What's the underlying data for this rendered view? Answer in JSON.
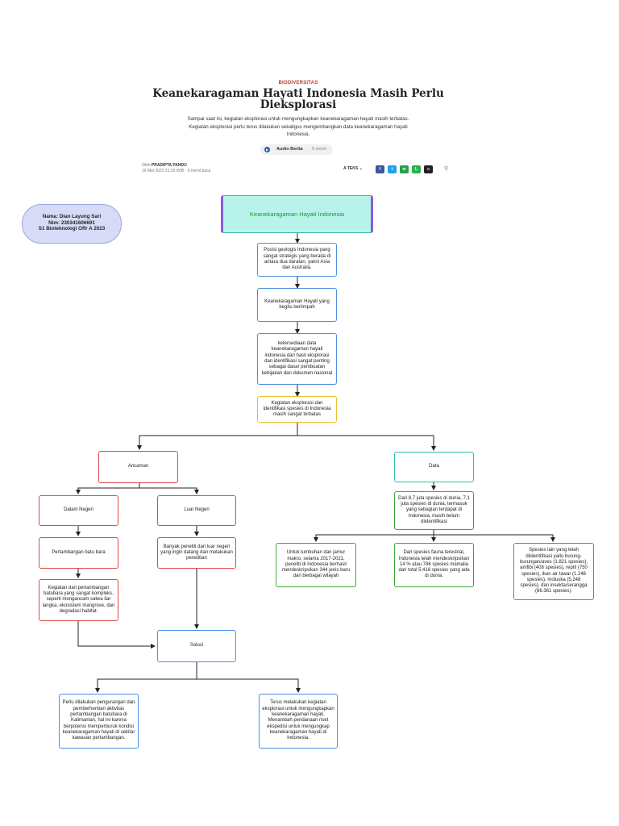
{
  "article": {
    "category": "BIODIVERSITAS",
    "title": "Keanekaragaman Hayati Indonesia Masih Perlu Dieksplorasi",
    "lead": "Sampai saat ini, kegiatan eksplorasi untuk mengungkapkan keanekaragaman hayati masih terbatas. Kegiatan eksplorasi perlu terus dilakukan sekaligus mengembangkan data keanekaragaman hayati Indonesia.",
    "audio_label": "Audio Berita",
    "audio_duration": "5 menit",
    "byline_prefix": "Oleh",
    "author": "PRADIPTA PANDU",
    "date_line": "16 Mei 2023 21:20 WIB · 5 menit baca",
    "text_size_label": "TEKS",
    "share_icons": [
      "facebook-icon",
      "twitter-icon",
      "whatsapp-icon",
      "line-icon",
      "link-icon"
    ]
  },
  "student": {
    "name": "Nama: Dian Layung Sari",
    "nim": "Nim: 230341606691",
    "program": "S1 Bioteknologi Offr A 2023"
  },
  "diagram": {
    "main_title": "Keanekaragaman Hayati Indonesia",
    "n1": "Posisi geologis Indonesia yang sangat strategis yang berada di antara dua daratan, yakni Asia dan Australia.",
    "n2": "Keanekaragaman Hayati yang begitu berlimpah",
    "n3": "ketersediaan data keanekaragaman hayati indonesia dari hasil eksplorasi dan identifikasi sangat penting sebagai dasar pembuatan kebijakan dan dokumen nasional",
    "n4": "Kegiatan eksplorasi dan identifikasi spesies di Indonesia masih sangat terbatas",
    "ancaman": "Ancaman",
    "data": "Data",
    "dalam_negeri": "Dalam Negeri",
    "luar_negeri": "Luar Negeri",
    "pertambangan": "Pertambangan batu bara",
    "kegiatan_pertambangan": "Kegiatan dari pertambangan batubara yang sangat kompleks, seperti mengancam satwa liar langka, ekosistem mangrove, dan degradasi habitat.",
    "peneliti_luar": "Banyak peneliti dari luar negeri yang ingin datang dan melakukan penelitian",
    "data_main": "Dari 8,7 juta spesies di dunia, 7,1 juta spesies di dunia, termasuk yang sebagian terdapat di Indonesia, masih belum diidentifikasi",
    "data_1": "Untuk tumbuhan dan jamur makro, selama 2017-2021, peneliti di Indonesia berhasil mendeskripsikan 344 jenis baru dari berbagai wilayah",
    "data_2": "Dari spesies fauna terestrial, Indonesia telah mendeskripsikan 14 % atau 786 spesies mamalia dari total 5.416 spesies yang ada di dunia.",
    "data_3": "Spesies lain yang telah diidentifikasi yaitu burung-burungan/aves (1.821 spesies), amfibi (408 spesies), reptil (750 spesies), ikan air tawar (1.246 spesies), moluska (5,248 spesies), dan insekta/serangga (66.361 spesies).",
    "solusi": "Solusi",
    "solusi_1": "Perlu dilakukan pengurangan dan pemberhentian aktivitas pertambangan batubara di Kalimantan, hal ini karena berpotensi memperburuk kondisi keanekaragaman hayati di sekitar kawasan pertambangan.",
    "solusi_2": "Terus melakukan kegiatan eksplorasi untuk mengungkapkan keanekaragaman hayati. Menambah pendanaan riset ekspedisi untuk mengungkap keanekaragaman hayati di Indonesia."
  },
  "colors": {
    "main_fill": "#b7f3ea",
    "blue": "#4a90e2",
    "yellow": "#e8c030",
    "red": "#e04848",
    "teal": "#2fc0b0",
    "green": "#3aaa3a",
    "student_fill": "#d6dcf7"
  }
}
